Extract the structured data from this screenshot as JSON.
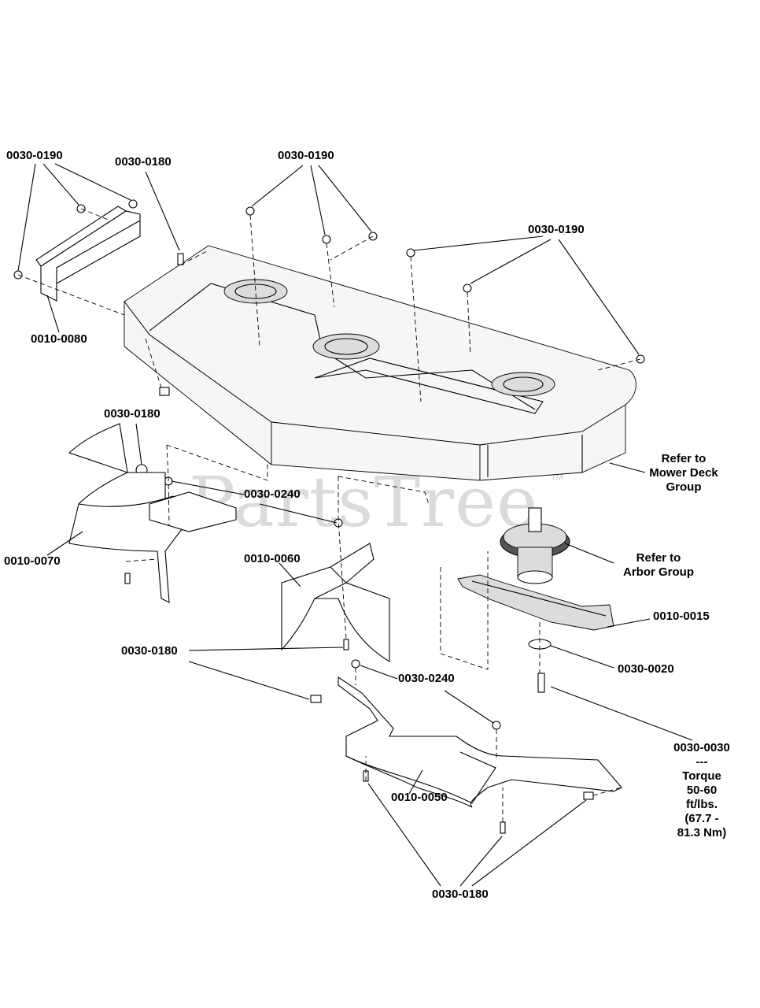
{
  "watermark": {
    "brand": "PartsTree",
    "trademark": "TM"
  },
  "labels": {
    "p0030_0190_a": "0030-0190",
    "p0030_0180_a": "0030-0180",
    "p0030_0190_b": "0030-0190",
    "p0030_0190_c": "0030-0190",
    "p0010_0080": "0010-0080",
    "p0030_0180_b": "0030-0180",
    "p0030_0240_a": "0030-0240",
    "p0010_0070": "0010-0070",
    "p0010_0060": "0010-0060",
    "refer_deck": "Refer to\nMower Deck\nGroup",
    "refer_arbor": "Refer to\nArbor Group",
    "p0010_0015": "0010-0015",
    "p0030_0180_c": "0030-0180",
    "p0030_0020": "0030-0020",
    "p0030_0240_b": "0030-0240",
    "p0030_0030": "0030-0030\n---\nTorque\n50-60 ft/lbs.\n(67.7 - 81.3 Nm)",
    "p0010_0050": "0010-0050",
    "p0030_0180_d": "0030-0180"
  }
}
